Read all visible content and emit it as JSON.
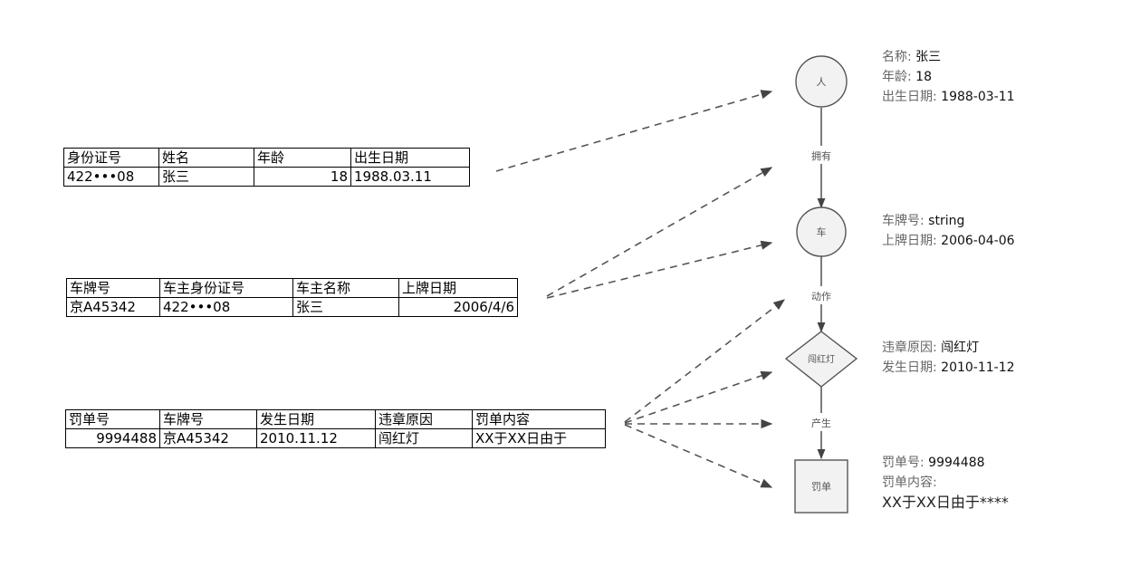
{
  "person_table": {
    "headers": [
      "身份证号",
      "姓名",
      "年龄",
      "出生日期"
    ],
    "row": [
      "422•••08",
      "张三",
      "18",
      "1988.03.11"
    ]
  },
  "car_table": {
    "headers": [
      "车牌号",
      "车主身份证号",
      "车主名称",
      "上牌日期"
    ],
    "row": [
      "京A45342",
      "422•••08",
      "张三",
      "2006/4/6"
    ]
  },
  "ticket_table": {
    "headers": [
      "罚单号",
      "车牌号",
      "发生日期",
      "违章原因",
      "罚单内容"
    ],
    "row": [
      "9994488",
      "京A45342",
      "2010.11.12",
      "闯红灯",
      "XX于XX日由于"
    ]
  },
  "nodes": {
    "person": "人",
    "car": "车",
    "violation": "闯红灯",
    "ticket": "罚单"
  },
  "edges": {
    "owns": "拥有",
    "action": "动作",
    "produces": "产生"
  },
  "person_info": {
    "name_key": "名称:",
    "name_val": "张三",
    "age_key": "年龄:",
    "age_val": "18",
    "birth_key": "出生日期:",
    "birth_val": "1988-03-11"
  },
  "car_info": {
    "plate_key": "车牌号:",
    "plate_val": "string",
    "reg_key": "上牌日期:",
    "reg_val": "2006-04-06"
  },
  "violation_info": {
    "reason_key": "违章原因:",
    "reason_val": "闯红灯",
    "date_key": "发生日期:",
    "date_val": "2010-11-12"
  },
  "ticket_info": {
    "no_key": "罚单号:",
    "no_val": "9994488",
    "content_key": "罚单内容:",
    "content_val": "XX于XX日由于****"
  }
}
